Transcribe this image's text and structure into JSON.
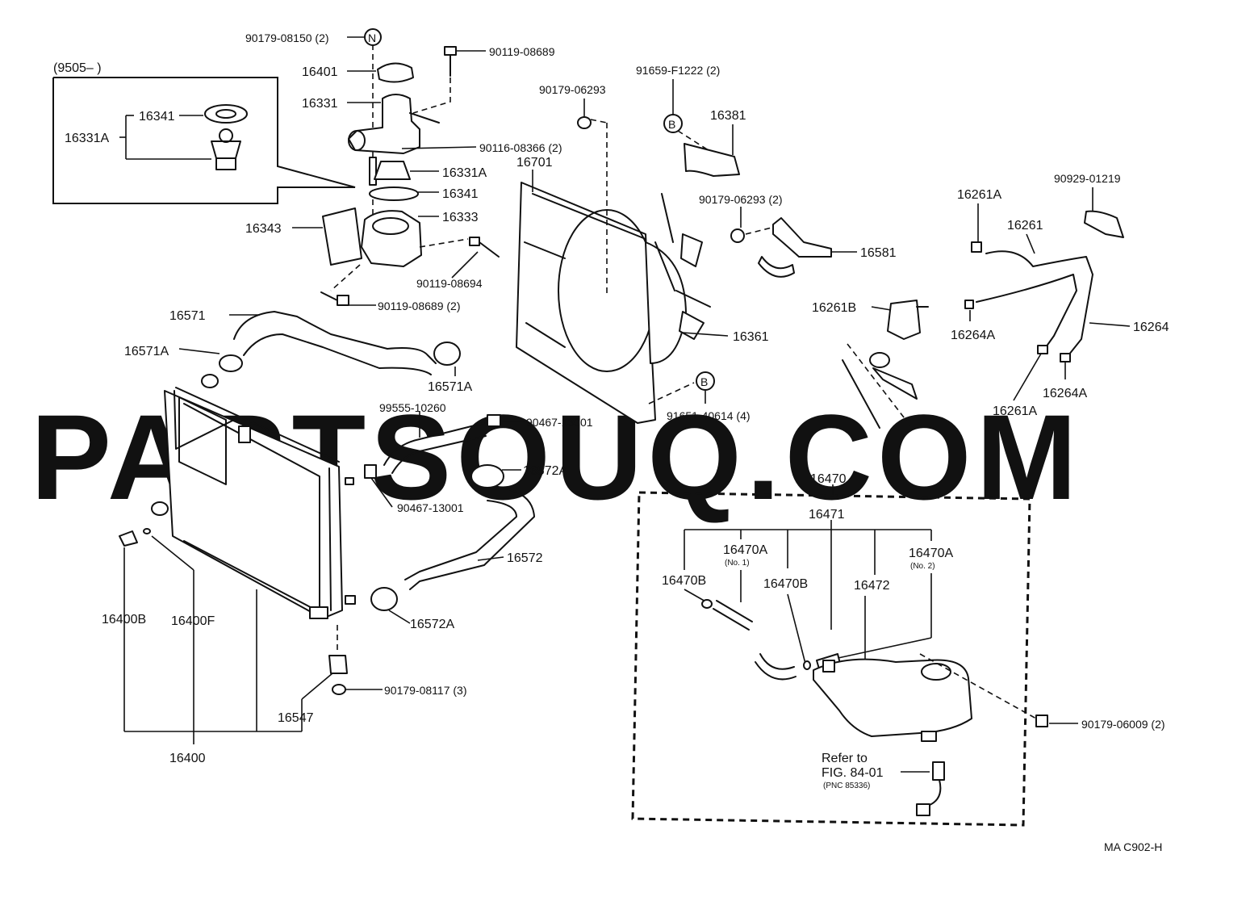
{
  "watermark": "PARTSOUQ.COM",
  "figure_code": "MA  C902-H",
  "inset_date": "(9505–        )",
  "labels": {
    "p90179_08150": "90179-08150 (2)",
    "circle_n": "N",
    "p90119_08689_a": "90119-08689",
    "p16401": "16401",
    "p16331": "16331",
    "p16341_inset": "16341",
    "p16331A_inset": "16331A",
    "p90116_08366": "90116-08366 (2)",
    "p16331A": "16331A",
    "p16341": "16341",
    "p16333": "16333",
    "p16343": "16343",
    "p90119_08694": "90119-08694",
    "p90119_08689_b": "90119-08689 (2)",
    "p90179_06293_a": "90179-06293",
    "p91659_F1222": "91659-F1222 (2)",
    "circle_b1": "B",
    "p16381": "16381",
    "p16701": "16701",
    "p90179_06293_b": "90179-06293 (2)",
    "p16581": "16581",
    "p16361": "16361",
    "circle_b2": "B",
    "p91651_40614": "91651-40614 (4)",
    "p16261A_top": "16261A",
    "p90929_01219": "90929-01219",
    "p16261": "16261",
    "p16261B": "16261B",
    "p16264A_a": "16264A",
    "p16264": "16264",
    "p16264A_b": "16264A",
    "p16261A_bot": "16261A",
    "p16571": "16571",
    "p16571A_a": "16571A",
    "p16571A_b": "16571A",
    "p99555_10260": "99555-10260",
    "p90467_13001_a": "90467-13001",
    "p16572A_a": "16572A",
    "p90467_13001_b": "90467-13001",
    "p16572": "16572",
    "p16572A_b": "16572A",
    "p16400B": "16400B",
    "p16400F": "16400F",
    "p16400": "16400",
    "p16547": "16547",
    "p90179_08117": "90179-08117 (3)",
    "p16470": "16470",
    "p16471": "16471",
    "p16470A_1": "16470A",
    "p16470A_1_sub": "(No. 1)",
    "p16470A_2": "16470A",
    "p16470A_2_sub": "(No. 2)",
    "p16470B_a": "16470B",
    "p16470B_b": "16470B",
    "p16472": "16472",
    "p90179_06009": "90179-06009 (2)",
    "refer_1": "Refer to",
    "refer_2": "FIG. 84-01",
    "refer_3": "(PNC 85336)"
  }
}
